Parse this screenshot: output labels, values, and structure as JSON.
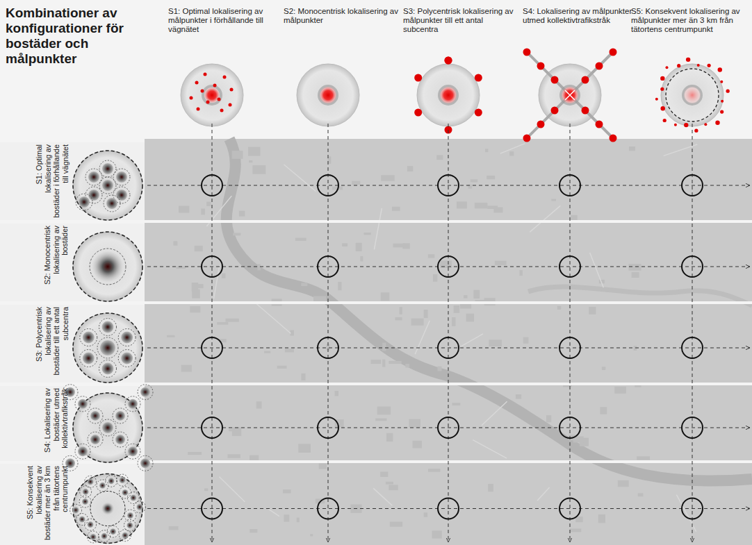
{
  "diagram": {
    "title": "Kombinationer av konfigurationer för bostäder och målpunkter",
    "nodes": [
      {
        "text": [
          "S1: Optimal lokalisering av målpunkter i förhållande till vägnätet"
        ]
      },
      {
        "text": [
          "S2: Monocentrisk lokalisering av målpunkter"
        ]
      },
      {
        "text": [
          "S3: Polycentrisk lokalisering av målpunkter till ett antal subcentra"
        ]
      },
      {
        "text": [
          "S4: Lokalisering av målpunkter utmed kollektivtrafikstråk"
        ]
      },
      {
        "text": [
          "S5: Konsekvent lokalisering av målpunkter mer än 3 km från tätortens centrumpunkt"
        ]
      },
      {
        "text": [
          "S1: Optimal lokalisering av bostäder i förhållande till vägnätet"
        ]
      },
      {
        "text": [
          "S2: Monocentrisk lokalisering av bostäder"
        ]
      },
      {
        "text": [
          "S3: Polycentrisk lokalisering av bostäder till ett antal subcentra"
        ]
      },
      {
        "text": [
          "S4: Lokalisering av bostäder utmed kollektivtrafikstråk"
        ]
      },
      {
        "text": [
          "S5: Konsekvent lokalisering av bostäder mer än 3 km från tätortens centrumpunkt"
        ]
      }
    ]
  }
}
